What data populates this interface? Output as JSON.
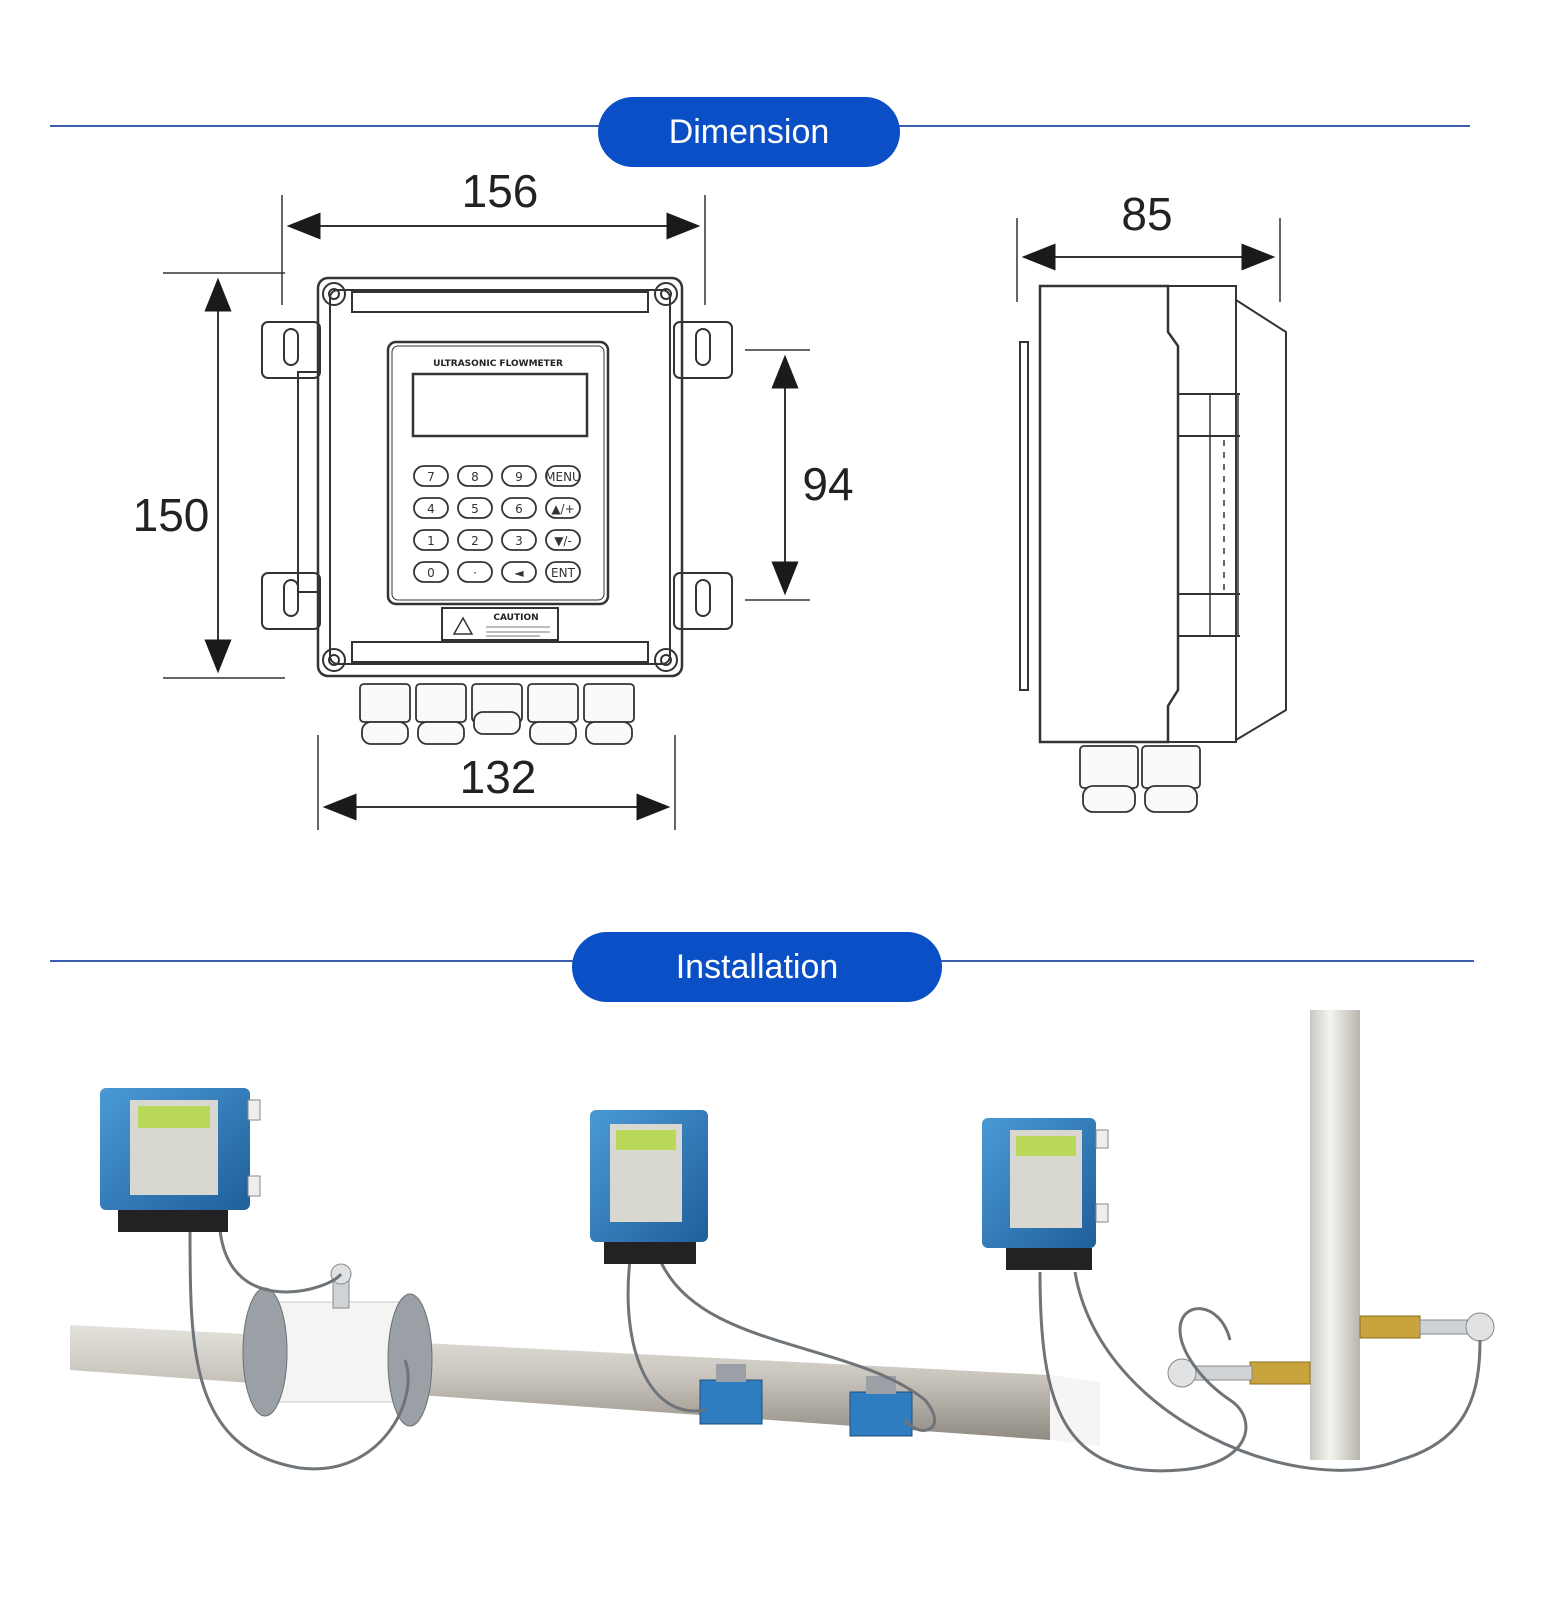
{
  "sections": {
    "dimension": {
      "title": "Dimension"
    },
    "installation": {
      "title": "Installation"
    }
  },
  "front_view": {
    "width_label": "156",
    "height_label": "150",
    "display_height_label": "94",
    "bottom_width_label": "132",
    "panel_title": "ULTRASONIC FLOWMETER",
    "caution_label": "CAUTION",
    "keypad": [
      [
        "7",
        "8",
        "9",
        "MENU"
      ],
      [
        "4",
        "5",
        "6",
        "▲/+"
      ],
      [
        "1",
        "2",
        "3",
        "▼/-"
      ],
      [
        "0",
        "·",
        "◄",
        "ENT"
      ]
    ]
  },
  "side_view": {
    "depth_label": "85"
  },
  "colors": {
    "accent": "#0b4fc6",
    "line": "#3a5fb0",
    "device_blue": "#2e7fc1",
    "pipe": "#b8b4ac"
  }
}
